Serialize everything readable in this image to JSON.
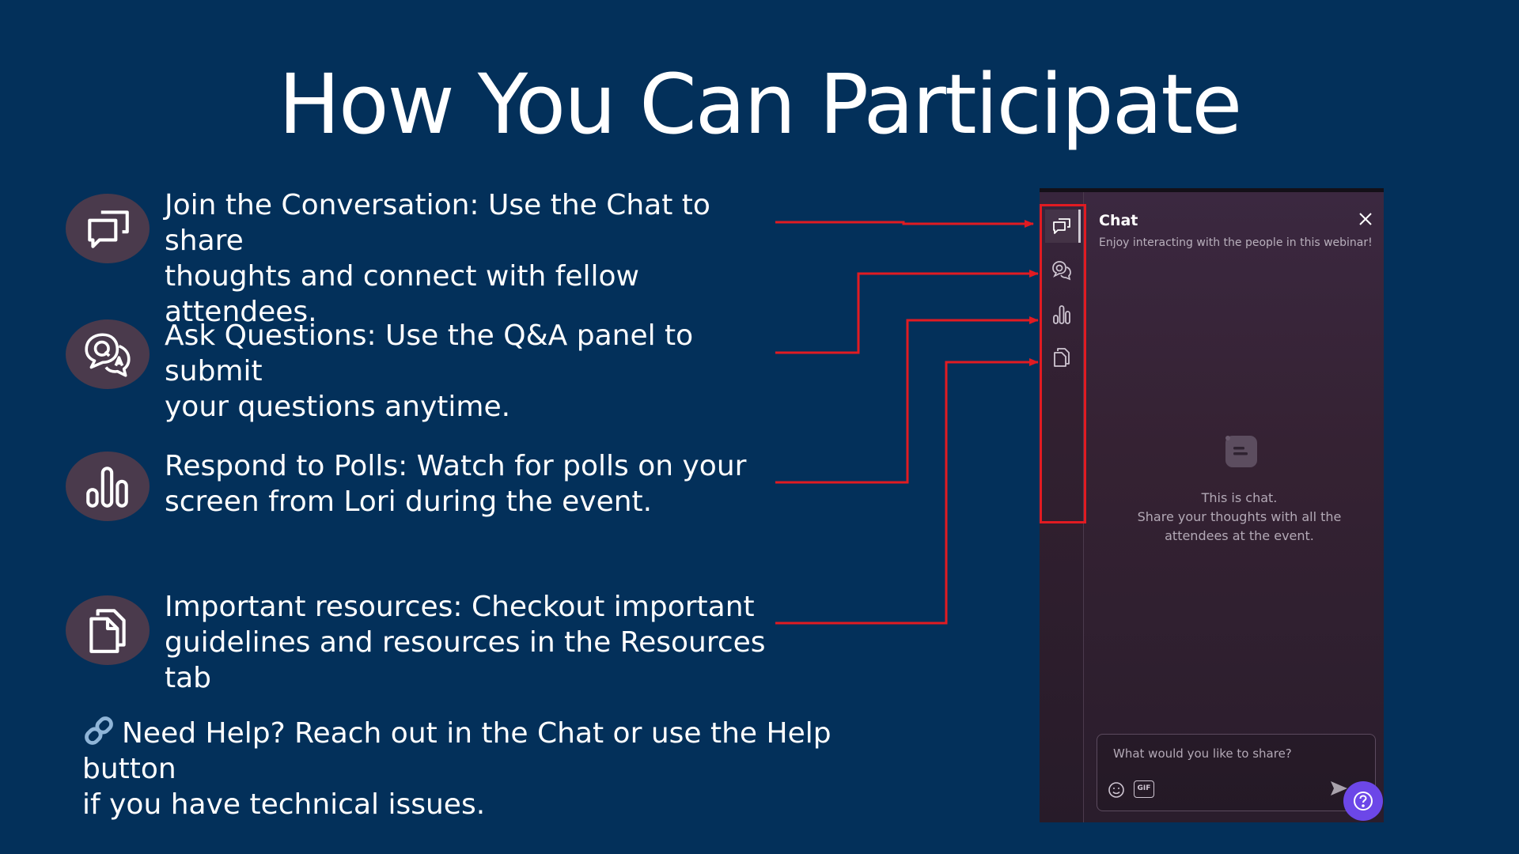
{
  "slide": {
    "title": "How You Can Participate",
    "items": [
      {
        "icon": "chat-icon",
        "line1": "Join the Conversation: Use the Chat to share",
        "line2": "thoughts and connect with fellow attendees."
      },
      {
        "icon": "qa-icon",
        "line1": "Ask Questions: Use the Q&A panel to submit",
        "line2": "your questions anytime."
      },
      {
        "icon": "poll-icon",
        "line1": "Respond to Polls: Watch for polls on your",
        "line2": "screen from Lori during the event."
      },
      {
        "icon": "resources-icon",
        "line1": "Important resources: Checkout important",
        "line2": "guidelines and resources in the Resources tab"
      }
    ],
    "help": {
      "icon": "link-icon",
      "line1": "Need Help? Reach out in the Chat or use the Help button",
      "line2": "if you have technical issues."
    }
  },
  "panel": {
    "rail": [
      "chat-icon",
      "qa-icon",
      "poll-icon",
      "resources-icon"
    ],
    "active_tab": "chat",
    "chat_title": "Chat",
    "chat_subtitle": "Enjoy interacting with the people in this webinar!",
    "empty_state": {
      "line1": "This is chat.",
      "line2": "Share your thoughts with all the",
      "line3": "attendees at the event."
    },
    "composer": {
      "placeholder": "What would you like to share?",
      "gif_label": "GIF"
    }
  },
  "colors": {
    "background": "#03305a",
    "icon_circle": "#4a3a4c",
    "callout": "#e11b22",
    "help_button": "#6c47e8"
  }
}
